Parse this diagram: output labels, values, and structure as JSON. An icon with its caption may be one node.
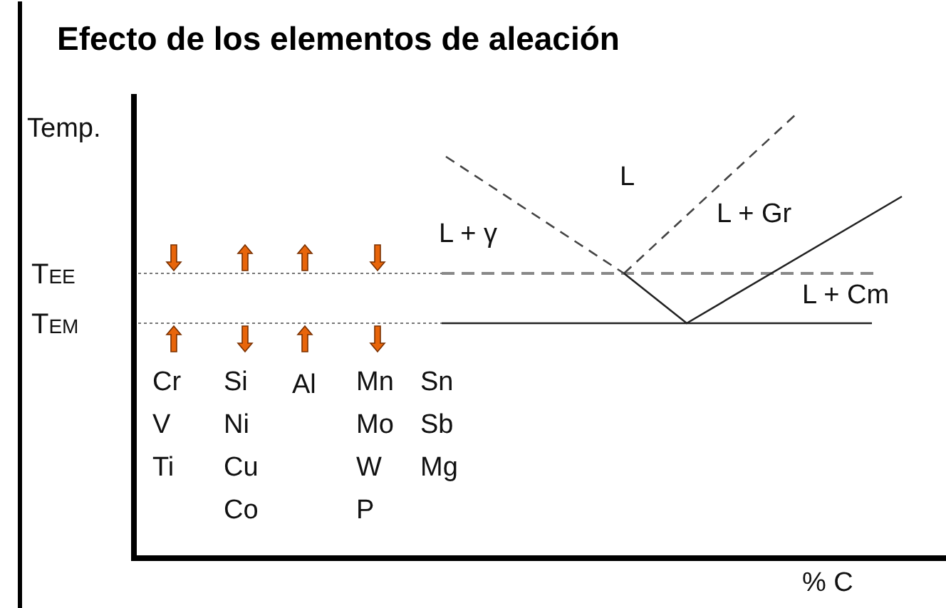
{
  "diagram": {
    "title": "Efecto de los elementos de aleación",
    "labels": [
      "Temp.",
      "TEE",
      "TEM",
      "L + γ",
      "L",
      "L + Gr",
      "L + Cm",
      "Cr",
      "Si",
      "Al",
      "Mn",
      "Sn",
      "V",
      "Ni",
      "Mo",
      "Sb",
      "Ti",
      "Cu",
      "W",
      "Mg",
      "Co",
      "P",
      "% C"
    ]
  }
}
